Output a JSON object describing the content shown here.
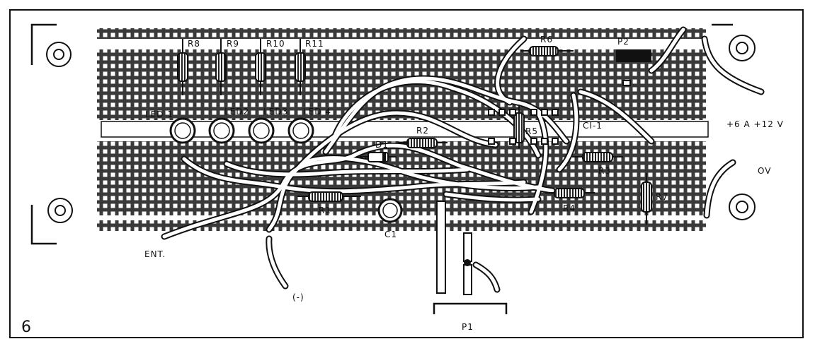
{
  "figure_number": "6",
  "labels": {
    "r8": "R8",
    "r9": "R9",
    "r10": "R10",
    "r11": "R11",
    "r6": "R6",
    "p2": "P2",
    "led1": "LED 1",
    "led2": "LED2",
    "led3": "LED3",
    "led4": "LED 4",
    "r2": "R2",
    "r5": "R5",
    "ci1": "CI-1",
    "d1": "D1",
    "r3": "R3",
    "r4": "R4",
    "r1": "R1",
    "r7": "R7",
    "c1": "C1",
    "ent": "ENT.",
    "neg": "(-)",
    "p1": "P1",
    "supply": "+6 A +12 V",
    "ov": "OV"
  },
  "colors": {
    "ink": "#111111",
    "paper": "#ffffff",
    "wire": "#ffffff"
  }
}
